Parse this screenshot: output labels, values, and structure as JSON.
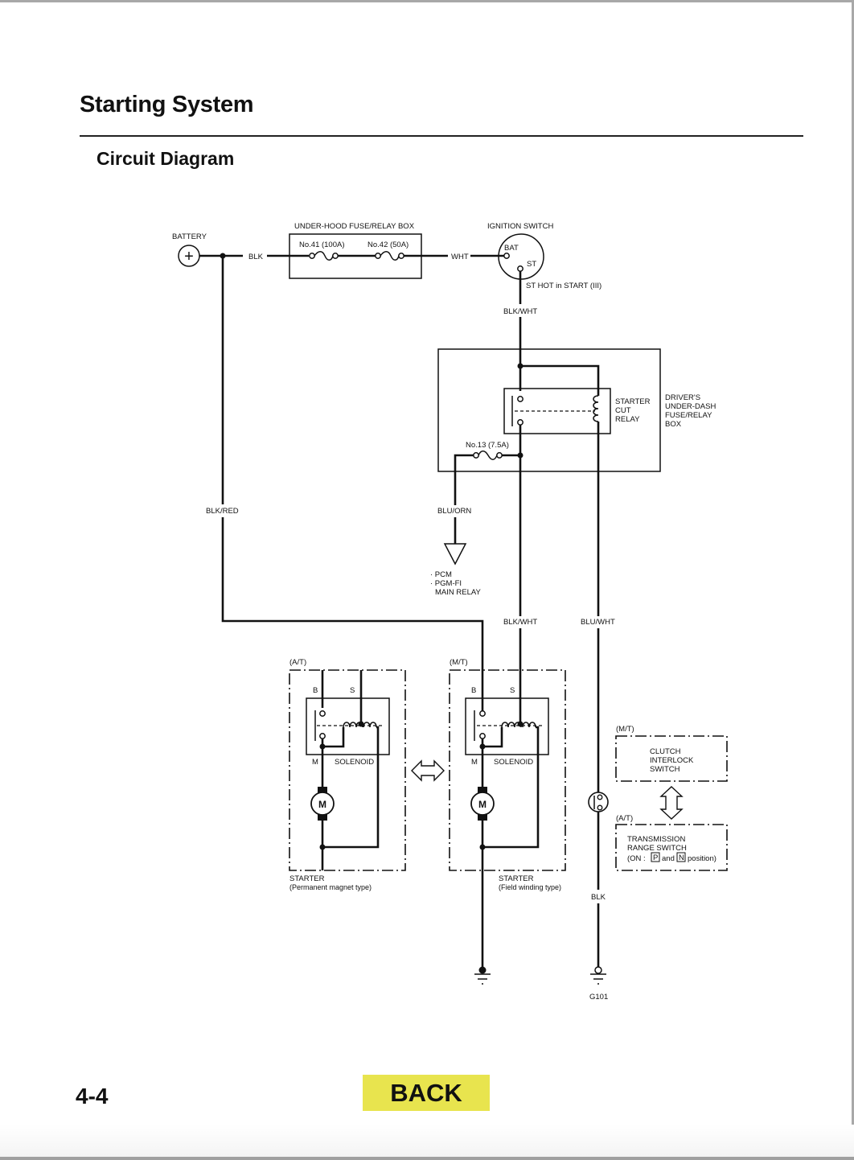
{
  "page": {
    "title": "Starting System",
    "subtitle": "Circuit Diagram",
    "page_number": "4-4",
    "back_button": "BACK",
    "accent_color": "#e8e44e"
  },
  "diagram": {
    "battery": {
      "label": "BATTERY",
      "symbol": "+"
    },
    "underhood_box": {
      "label": "UNDER-HOOD FUSE/RELAY BOX",
      "fuses": [
        "No.41 (100A)",
        "No.42 (50A)"
      ]
    },
    "ignition_switch": {
      "label": "IGNITION SWITCH",
      "terminals": [
        "BAT",
        "ST"
      ],
      "note": "ST HOT in START (III)"
    },
    "driver_box": {
      "label_lines": [
        "DRIVER'S",
        "UNDER-DASH",
        "FUSE/RELAY",
        "BOX"
      ],
      "relay_lines": [
        "STARTER",
        "CUT",
        "RELAY"
      ],
      "fuse": "No.13 (7.5A)"
    },
    "pcm": {
      "lines": [
        "· PCM",
        "· PGM-FI",
        "MAIN RELAY"
      ]
    },
    "wires": {
      "blk": "BLK",
      "wht": "WHT",
      "blk_wht": "BLK/WHT",
      "blk_red": "BLK/RED",
      "blu_orn": "BLU/ORN",
      "blu_wht": "BLU/WHT",
      "blk_ground": "BLK"
    },
    "starter_at": {
      "tag": "(A/T)",
      "terminals": [
        "B",
        "S",
        "M"
      ],
      "solenoid": "SOLENOID",
      "motor": "M",
      "label": "STARTER",
      "type": "(Permanent magnet type)"
    },
    "starter_mt": {
      "tag": "(M/T)",
      "terminals": [
        "B",
        "S",
        "M"
      ],
      "solenoid": "SOLENOID",
      "motor": "M",
      "label": "STARTER",
      "type": "(Field winding type)"
    },
    "clutch_switch": {
      "tag": "(M/T)",
      "lines": [
        "CLUTCH",
        "INTERLOCK",
        "SWITCH"
      ]
    },
    "range_switch": {
      "tag": "(A/T)",
      "lines": [
        "TRANSMISSION",
        "RANGE SWITCH"
      ],
      "on_prefix": "(ON :",
      "pos_p": "P",
      "and_text": "and",
      "pos_n": "N",
      "suffix": "position)"
    },
    "ground": {
      "label": "G101"
    }
  }
}
